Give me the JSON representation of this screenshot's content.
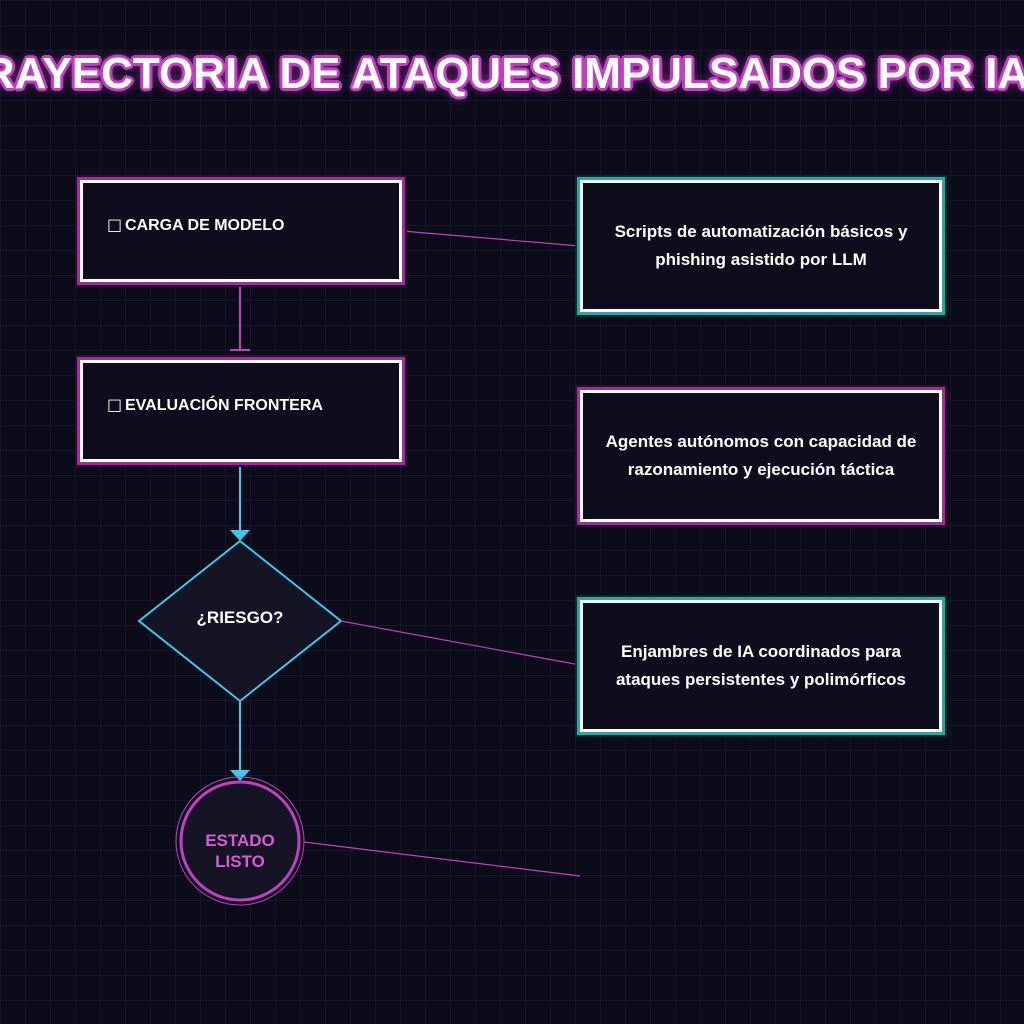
{
  "title": "TRAYECTORIA DE ATAQUES IMPULSADOS POR IA",
  "steps": [
    {
      "icon": "box-icon",
      "glyph": "□",
      "label": "CARGA DE MODELO"
    },
    {
      "icon": "box-icon",
      "glyph": "□",
      "label": "EVALUACIÓN FRONTERA"
    }
  ],
  "decision": {
    "label": "¿RIESGO?"
  },
  "end_state": {
    "line1": "ESTADO",
    "line2": "LISTO"
  },
  "notes": [
    {
      "text": "Scripts de automatización básicos y phishing asistido por LLM",
      "accent": "#2aa6a6"
    },
    {
      "text": "Agentes autónomos con capacidad de razonamiento y ejecución táctica",
      "accent": "#9b2f9b"
    },
    {
      "text": "Enjambres de IA coordinados para ataques persistentes y polimórficos",
      "accent": "#2aa6a6"
    }
  ],
  "colors": {
    "magenta": "#c040c0",
    "cyan": "#3fc8e6",
    "background": "#0b0b1a"
  }
}
